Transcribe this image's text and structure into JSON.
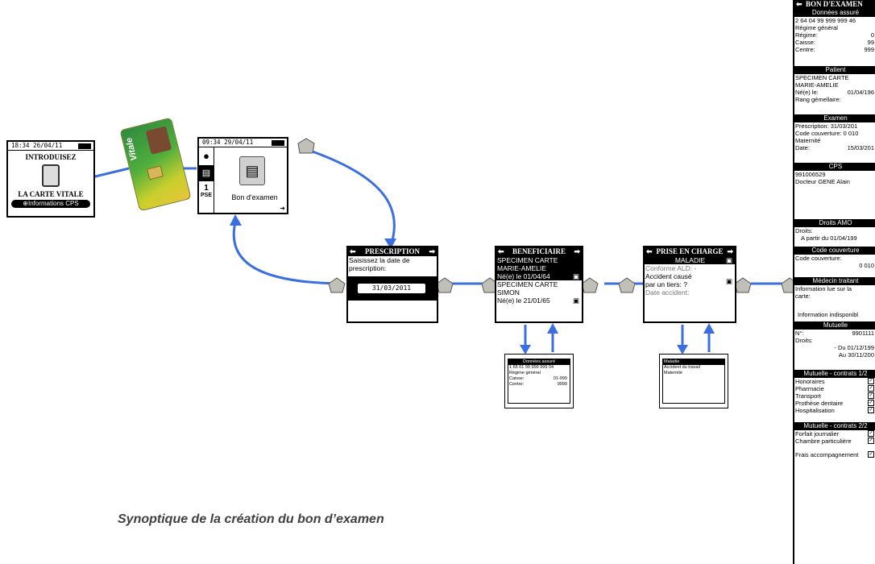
{
  "caption": "Synoptique de la création du bon d’examen",
  "colors": {
    "connector": "#3b6fe0",
    "node": "#b9b9b0"
  },
  "screen_card": {
    "status": "18:34 26/04/11",
    "line1": "INTRODUISEZ",
    "line2": "LA CARTE VITALE",
    "info_button": "Informations CPS"
  },
  "vitale_card": {
    "label": "Vitale"
  },
  "screen_home": {
    "status": "09:34 29/04/11",
    "item_label": "Bon d'examen",
    "icon_pse": "PSE",
    "icon_one": "1"
  },
  "screen_prescription": {
    "title": "PRESCRIPTION",
    "prompt_line1": "Saisissez la date de",
    "prompt_line2": "prescription:",
    "date": "31/03/2011"
  },
  "screen_beneficiaire": {
    "title": "BENEFICIAIRE",
    "lines": [
      "SPECIMEN CARTE",
      "MARIE-AMELIE",
      "Né(e) le 01/04/64",
      "SPECIMEN CARTE",
      "SIMON",
      "Né(e) le 21/01/65"
    ]
  },
  "screen_prise": {
    "title": "PRISE EN CHARGE",
    "selected": "MALADIE",
    "line1": "Conforme ALD: -",
    "line2": "Accident causé",
    "line3": "par un tiers: ?",
    "line4": "Date accident:"
  },
  "mini_assure": {
    "title": "Données assuré",
    "lines": [
      "1 65 01 99 999 999 04",
      "Régime général",
      "Caisse:",
      "Centre:"
    ],
    "values": [
      "",
      "",
      "01-999",
      "9999"
    ]
  },
  "mini_prise": {
    "items": [
      "Maladie",
      "Accident du travail",
      "Maternité"
    ]
  },
  "right_panel": {
    "title": "BON D'EXAMEN",
    "assure": {
      "header": "Données assuré",
      "nir": "2 64 04 99 999 999 46",
      "regime_label": "Régime général",
      "rows": [
        [
          "Régime:",
          "0"
        ],
        [
          "Caisse:",
          "99"
        ],
        [
          "Centre:",
          "999"
        ]
      ]
    },
    "patient": {
      "header": "Patient",
      "name1": "SPECIMEN CARTE",
      "name2": "MARIE-AMELIE",
      "born_label": "Né(e) le:",
      "born_value": "01/04/196",
      "rang": "Rang gémellaire:"
    },
    "examen": {
      "header": "Examen",
      "prescription": "Prescription:  31/03/201",
      "code": "Code couverture:  0 010",
      "maternite": "Maternité",
      "date_label": "Date:",
      "date_value": "15/03/201"
    },
    "cps": {
      "header": "CPS",
      "number": "991006529",
      "name": "Docteur GENE Alain"
    },
    "droits_amo": {
      "header": "Droits AMO",
      "label": "Droits:",
      "value": "A partir du 01/04/199"
    },
    "code_couv": {
      "header": "Code couverture",
      "label": "Code couverture:",
      "value": "0 010"
    },
    "medecin": {
      "header": "Médecin traitant",
      "line1": "Information lue sur la",
      "line2": "carte:",
      "line3": "Information indisponibl"
    },
    "mutuelle": {
      "header": "Mutuelle",
      "num_label": "N°:",
      "num_value": "9901111",
      "droits_label": "Droits:",
      "du": "- Du 01/12/199",
      "au": "Au 30/11/200"
    },
    "contrats1": {
      "header": "Mutuelle - contrats 1/2",
      "items": [
        "Honoraires",
        "Pharmacie",
        "Transport",
        "Prothèse dentaire",
        "Hospitalisation"
      ]
    },
    "contrats2": {
      "header": "Mutuelle - contrats 2/2",
      "items": [
        "Forfait journalier",
        "Chambre particulière"
      ],
      "extra": "Frais accompagnement"
    }
  }
}
